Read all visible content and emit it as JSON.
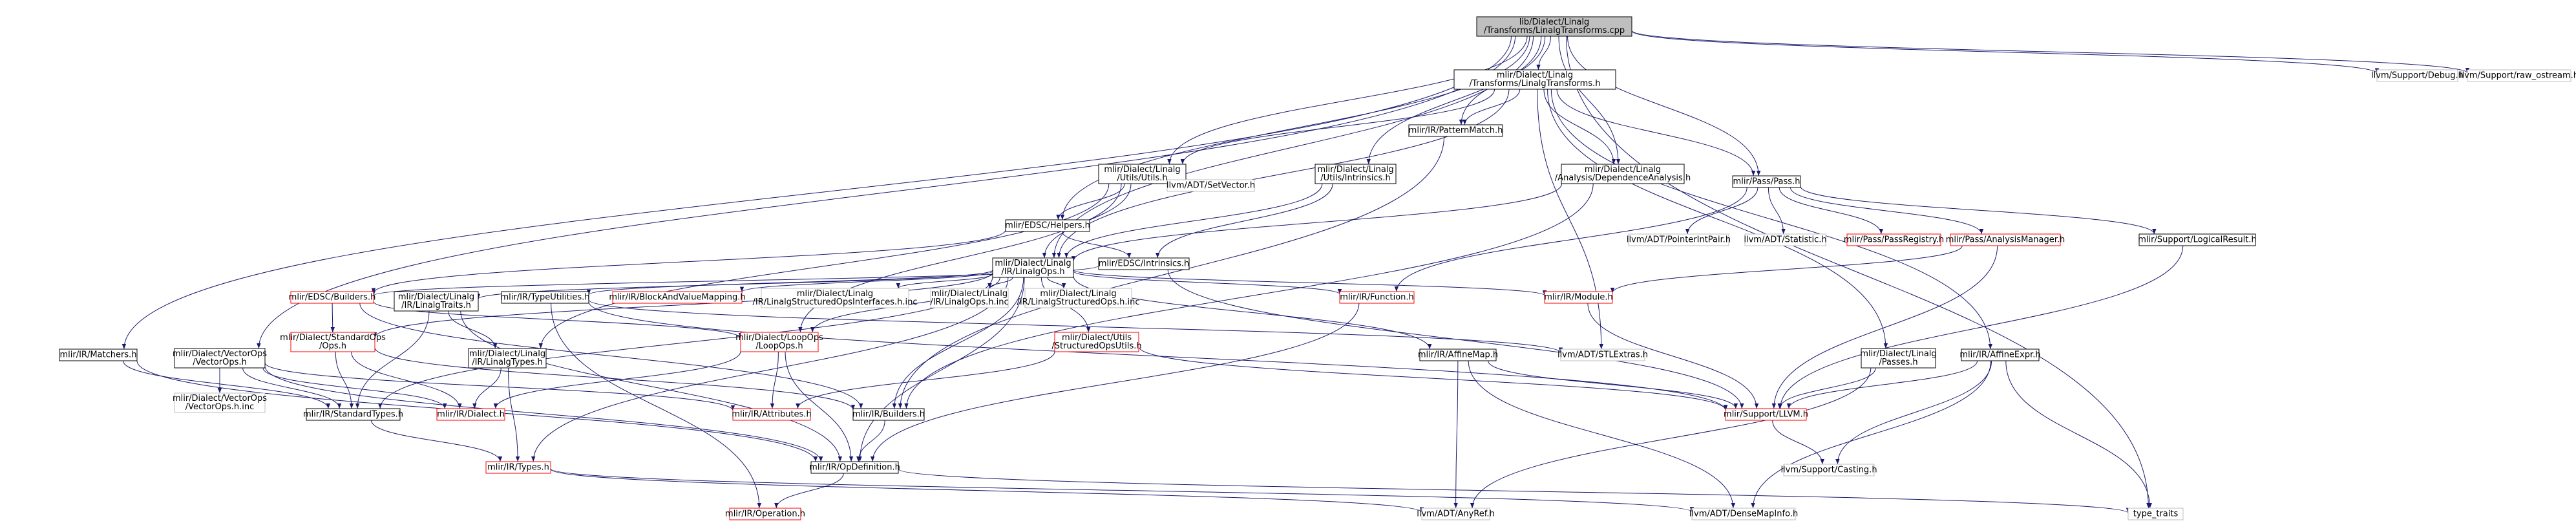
{
  "colors": {
    "root_fill": "#bfbfbf",
    "black": "#000000",
    "red": "#ff0000",
    "gray_border": "#bfbfbf",
    "edge_blue": "#191970",
    "edge_gray": "#a9a9a9"
  },
  "nodes": [
    {
      "id": "root",
      "lines": [
        "lib/Dialect/Linalg",
        "/Transforms/LinalgTransforms.cpp"
      ],
      "style": "root"
    },
    {
      "id": "lt_h",
      "lines": [
        "mlir/Dialect/Linalg",
        "/Transforms/LinalgTransforms.h"
      ],
      "style": "black"
    },
    {
      "id": "debug",
      "lines": [
        "llvm/Support/Debug.h"
      ],
      "style": "gray"
    },
    {
      "id": "rawos",
      "lines": [
        "llvm/Support/raw_ostream.h"
      ],
      "style": "gray"
    },
    {
      "id": "utils",
      "lines": [
        "mlir/Dialect/Linalg",
        "/Utils/Utils.h"
      ],
      "style": "black"
    },
    {
      "id": "intr",
      "lines": [
        "mlir/Dialect/Linalg",
        "/Utils/Intrinsics.h"
      ],
      "style": "black"
    },
    {
      "id": "pmatch",
      "lines": [
        "mlir/IR/PatternMatch.h"
      ],
      "style": "black"
    },
    {
      "id": "dep",
      "lines": [
        "mlir/Dialect/Linalg",
        "/Analysis/DependenceAnalysis.h"
      ],
      "style": "black"
    },
    {
      "id": "pass",
      "lines": [
        "mlir/Pass/Pass.h"
      ],
      "style": "black"
    },
    {
      "id": "setvec",
      "lines": [
        "llvm/ADT/SetVector.h"
      ],
      "style": "gray"
    },
    {
      "id": "helpers",
      "lines": [
        "mlir/EDSC/Helpers.h"
      ],
      "style": "black"
    },
    {
      "id": "linops",
      "lines": [
        "mlir/Dialect/Linalg",
        "/IR/LinalgOps.h"
      ],
      "style": "black"
    },
    {
      "id": "edscintr",
      "lines": [
        "mlir/EDSC/Intrinsics.h"
      ],
      "style": "black"
    },
    {
      "id": "ptrint",
      "lines": [
        "llvm/ADT/PointerIntPair.h"
      ],
      "style": "gray"
    },
    {
      "id": "statistic",
      "lines": [
        "llvm/ADT/Statistic.h"
      ],
      "style": "gray"
    },
    {
      "id": "passreg",
      "lines": [
        "mlir/Pass/PassRegistry.h"
      ],
      "style": "red"
    },
    {
      "id": "anman",
      "lines": [
        "mlir/Pass/AnalysisManager.h"
      ],
      "style": "red"
    },
    {
      "id": "logres",
      "lines": [
        "mlir/Support/LogicalResult.h"
      ],
      "style": "black"
    },
    {
      "id": "matchers",
      "lines": [
        "mlir/IR/Matchers.h"
      ],
      "style": "black"
    },
    {
      "id": "vecops",
      "lines": [
        "mlir/Dialect/VectorOps",
        "/VectorOps.h"
      ],
      "style": "black"
    },
    {
      "id": "builders",
      "lines": [
        "mlir/EDSC/Builders.h"
      ],
      "style": "red"
    },
    {
      "id": "lintraits",
      "lines": [
        "mlir/Dialect/Linalg",
        "/IR/LinalgTraits.h"
      ],
      "style": "black"
    },
    {
      "id": "typeutil",
      "lines": [
        "mlir/IR/TypeUtilities.h"
      ],
      "style": "black"
    },
    {
      "id": "bamap",
      "lines": [
        "mlir/IR/BlockAndValueMapping.h"
      ],
      "style": "red"
    },
    {
      "id": "lsoi",
      "lines": [
        "mlir/Dialect/Linalg",
        "/IR/LinalgStructuredOpsInterfaces.h.inc"
      ],
      "style": "gray"
    },
    {
      "id": "lopsinc",
      "lines": [
        "mlir/Dialect/Linalg",
        "/IR/LinalgOps.h.inc"
      ],
      "style": "gray"
    },
    {
      "id": "lsops",
      "lines": [
        "mlir/Dialect/Linalg",
        "/IR/LinalgStructuredOps.h.inc"
      ],
      "style": "gray"
    },
    {
      "id": "func",
      "lines": [
        "mlir/IR/Function.h"
      ],
      "style": "red"
    },
    {
      "id": "module",
      "lines": [
        "mlir/IR/Module.h"
      ],
      "style": "red"
    },
    {
      "id": "stdops",
      "lines": [
        "mlir/Dialect/StandardOps",
        "/Ops.h"
      ],
      "style": "red"
    },
    {
      "id": "lintypes",
      "lines": [
        "mlir/Dialect/Linalg",
        "/IR/LinalgTypes.h"
      ],
      "style": "black"
    },
    {
      "id": "loopops",
      "lines": [
        "mlir/Dialect/LoopOps",
        "/LoopOps.h"
      ],
      "style": "red"
    },
    {
      "id": "sou",
      "lines": [
        "mlir/Dialect/Utils",
        "/StructuredOpsUtils.h"
      ],
      "style": "red"
    },
    {
      "id": "affmap",
      "lines": [
        "mlir/IR/AffineMap.h"
      ],
      "style": "black"
    },
    {
      "id": "stlext",
      "lines": [
        "llvm/ADT/STLExtras.h"
      ],
      "style": "gray"
    },
    {
      "id": "linpasses",
      "lines": [
        "mlir/Dialect/Linalg",
        "/Passes.h"
      ],
      "style": "black"
    },
    {
      "id": "affexpr",
      "lines": [
        "mlir/IR/AffineExpr.h"
      ],
      "style": "black"
    },
    {
      "id": "vecinc",
      "lines": [
        "mlir/Dialect/VectorOps",
        "/VectorOps.h.inc"
      ],
      "style": "gray"
    },
    {
      "id": "stdtypes",
      "lines": [
        "mlir/IR/StandardTypes.h"
      ],
      "style": "black"
    },
    {
      "id": "dialect",
      "lines": [
        "mlir/IR/Dialect.h"
      ],
      "style": "red"
    },
    {
      "id": "attrs",
      "lines": [
        "mlir/IR/Attributes.h"
      ],
      "style": "red"
    },
    {
      "id": "irbuilders",
      "lines": [
        "mlir/IR/Builders.h"
      ],
      "style": "black"
    },
    {
      "id": "llvmh",
      "lines": [
        "mlir/Support/LLVM.h"
      ],
      "style": "red"
    },
    {
      "id": "casting",
      "lines": [
        "llvm/Support/Casting.h"
      ],
      "style": "gray"
    },
    {
      "id": "types",
      "lines": [
        "mlir/IR/Types.h"
      ],
      "style": "red"
    },
    {
      "id": "opdef",
      "lines": [
        "mlir/IR/OpDefinition.h"
      ],
      "style": "black"
    },
    {
      "id": "operation",
      "lines": [
        "mlir/IR/Operation.h"
      ],
      "style": "red"
    },
    {
      "id": "anyref",
      "lines": [
        "llvm/ADT/AnyRef.h"
      ],
      "style": "gray"
    },
    {
      "id": "densemap",
      "lines": [
        "llvm/ADT/DenseMapInfo.h"
      ],
      "style": "gray"
    },
    {
      "id": "typetraits",
      "lines": [
        "type_traits"
      ],
      "style": "gray"
    }
  ],
  "edges": [
    [
      "root",
      "lt_h"
    ],
    [
      "root",
      "debug"
    ],
    [
      "root",
      "rawos"
    ],
    [
      "root",
      "utils"
    ],
    [
      "root",
      "intr"
    ],
    [
      "root",
      "pmatch"
    ],
    [
      "root",
      "dep"
    ],
    [
      "root",
      "pass"
    ],
    [
      "root",
      "helpers"
    ],
    [
      "root",
      "linops"
    ],
    [
      "root",
      "matchers"
    ],
    [
      "root",
      "vecops"
    ],
    [
      "root",
      "typetraits"
    ],
    [
      "lt_h",
      "utils"
    ],
    [
      "lt_h",
      "pmatch"
    ],
    [
      "lt_h",
      "dep"
    ],
    [
      "lt_h",
      "pass"
    ],
    [
      "lt_h",
      "linops"
    ],
    [
      "lt_h",
      "stlext"
    ],
    [
      "lt_h",
      "linpasses"
    ],
    [
      "lt_h",
      "affexpr"
    ],
    [
      "utils",
      "helpers"
    ],
    [
      "utils",
      "linops"
    ],
    [
      "utils",
      "setvec"
    ],
    [
      "utils",
      "lintypes"
    ],
    [
      "utils",
      "loopops"
    ],
    [
      "intr",
      "edscintr"
    ],
    [
      "intr",
      "linops"
    ],
    [
      "pmatch",
      "irbuilders"
    ],
    [
      "dep",
      "linops"
    ],
    [
      "dep",
      "irbuilders"
    ],
    [
      "pass",
      "ptrint"
    ],
    [
      "pass",
      "statistic"
    ],
    [
      "pass",
      "passreg"
    ],
    [
      "pass",
      "anman"
    ],
    [
      "pass",
      "logres"
    ],
    [
      "pass",
      "func"
    ],
    [
      "helpers",
      "builders"
    ],
    [
      "helpers",
      "edscintr"
    ],
    [
      "edscintr",
      "builders"
    ],
    [
      "edscintr",
      "llvmh"
    ],
    [
      "linops",
      "lintraits"
    ],
    [
      "linops",
      "typeutil"
    ],
    [
      "linops",
      "bamap"
    ],
    [
      "linops",
      "lsoi"
    ],
    [
      "linops",
      "lopsinc"
    ],
    [
      "linops",
      "lsops"
    ],
    [
      "linops",
      "func"
    ],
    [
      "linops",
      "module"
    ],
    [
      "linops",
      "stdops"
    ],
    [
      "linops",
      "affmap"
    ],
    [
      "linops",
      "sou"
    ],
    [
      "linops",
      "irbuilders"
    ],
    [
      "linops",
      "opdef"
    ],
    [
      "linops",
      "types"
    ],
    [
      "linops",
      "stdtypes"
    ],
    [
      "linops",
      "loopops"
    ],
    [
      "anman",
      "module"
    ],
    [
      "anman",
      "llvmh"
    ],
    [
      "logres",
      "llvmh"
    ],
    [
      "matchers",
      "stdtypes"
    ],
    [
      "matchers",
      "opdef"
    ],
    [
      "vecops",
      "vecinc"
    ],
    [
      "vecops",
      "stdtypes"
    ],
    [
      "vecops",
      "attrs"
    ],
    [
      "vecops",
      "opdef"
    ],
    [
      "vecops",
      "dialect"
    ],
    [
      "builders",
      "stdops"
    ],
    [
      "builders",
      "loopops"
    ],
    [
      "builders",
      "irbuilders"
    ],
    [
      "lintraits",
      "lintypes"
    ],
    [
      "lintraits",
      "stdtypes"
    ],
    [
      "lintraits",
      "opdef"
    ],
    [
      "typeutil",
      "operation"
    ],
    [
      "typeutil",
      "llvmh"
    ],
    [
      "typeutil",
      "stlext"
    ],
    [
      "func",
      "opdef"
    ],
    [
      "module",
      "llvmh"
    ],
    [
      "stdops",
      "dialect"
    ],
    [
      "stdops",
      "stdtypes"
    ],
    [
      "stdops",
      "irbuilders"
    ],
    [
      "lintypes",
      "dialect"
    ],
    [
      "lintypes",
      "types"
    ],
    [
      "loopops",
      "attrs"
    ],
    [
      "loopops",
      "opdef"
    ],
    [
      "loopops",
      "dialect"
    ],
    [
      "sou",
      "attrs"
    ],
    [
      "sou",
      "llvmh"
    ],
    [
      "affmap",
      "llvmh"
    ],
    [
      "affmap",
      "anyref"
    ],
    [
      "affmap",
      "densemap"
    ],
    [
      "linpasses",
      "llvmh"
    ],
    [
      "linpasses",
      "anyref"
    ],
    [
      "affexpr",
      "llvmh"
    ],
    [
      "affexpr",
      "casting"
    ],
    [
      "affexpr",
      "typetraits"
    ],
    [
      "affexpr",
      "densemap"
    ],
    [
      "stdtypes",
      "types"
    ],
    [
      "irbuilders",
      "opdef"
    ],
    [
      "llvmh",
      "casting"
    ],
    [
      "types",
      "anyref"
    ],
    [
      "types",
      "densemap"
    ],
    [
      "opdef",
      "operation"
    ],
    [
      "opdef",
      "typetraits"
    ]
  ]
}
